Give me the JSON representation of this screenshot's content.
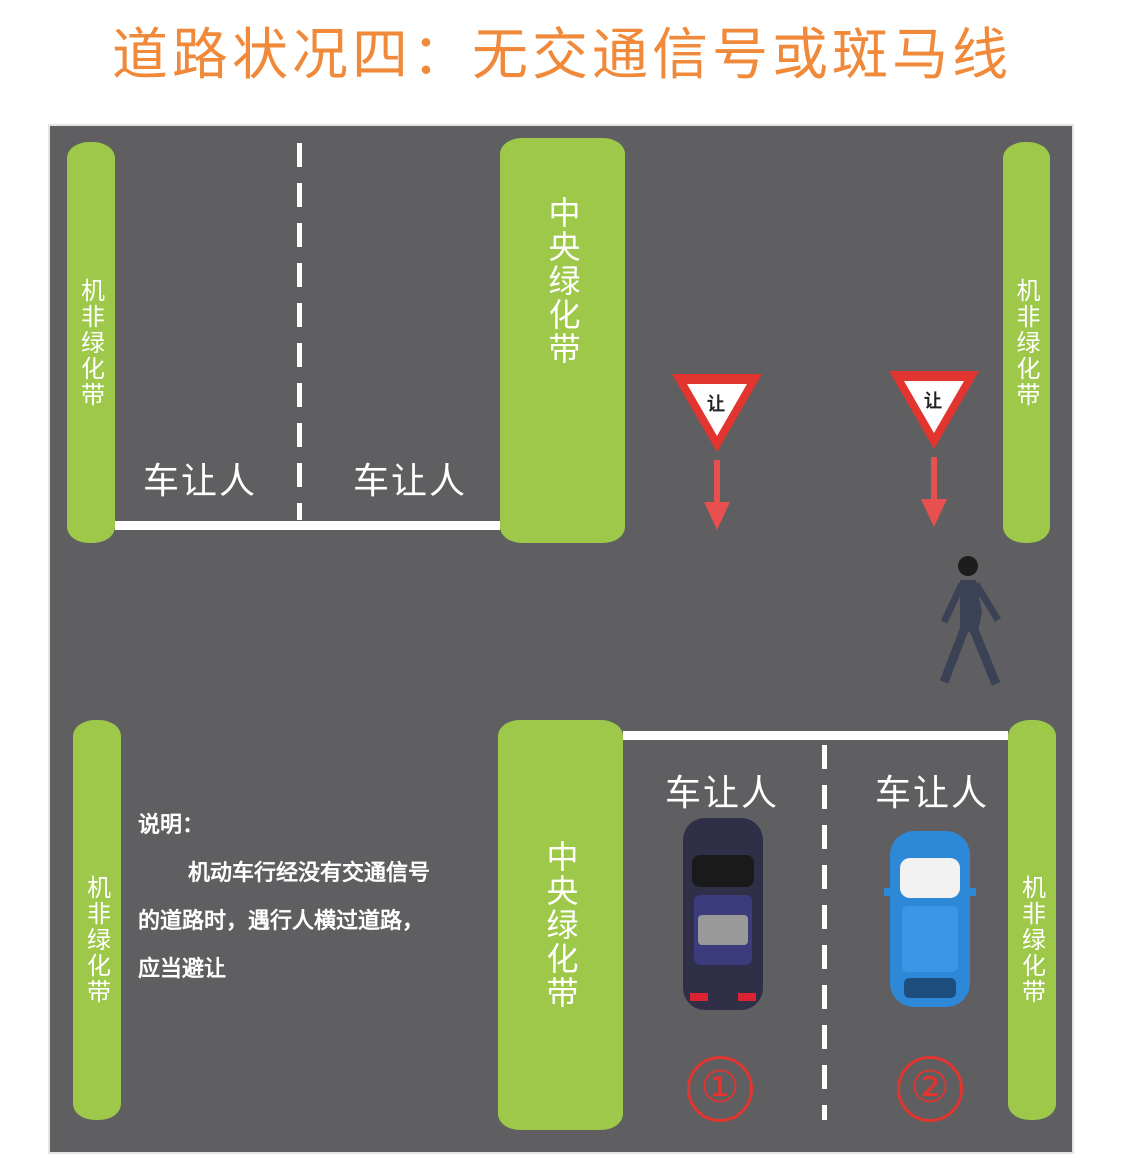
{
  "title": "道路状况四：无交通信号或斑马线",
  "strips": {
    "side": "机非绿化带",
    "center": "中央绿化带"
  },
  "yield_text": "车让人",
  "sign_text": "让",
  "note": {
    "heading": "说明：",
    "line1": "机动车行经没有交通信号",
    "line2": "的道路时，遇行人横过道路，",
    "line3": "应当避让"
  },
  "markers": [
    "①",
    "②"
  ],
  "colors": {
    "road": "#5f5e60",
    "green": "#9dc84a",
    "title": "#f08a3a",
    "red": "#e2352f"
  }
}
